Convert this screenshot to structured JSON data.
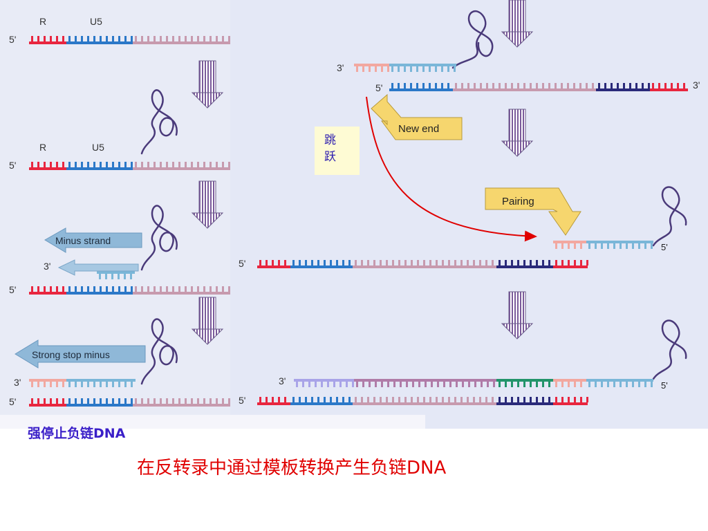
{
  "labels": {
    "r": "R",
    "u5": "U5",
    "five_prime": "5'",
    "three_prime": "3'"
  },
  "arrows": {
    "minus_strand": "Minus strand",
    "strong_stop": "Strong stop minus",
    "new_end": "New end",
    "pairing": "Pairing"
  },
  "jump_label": [
    "跳",
    "跃"
  ],
  "captions": {
    "strong_stop_dna": "强停止负链DNA",
    "main": "在反转录中通过模板转换产生负链DNA"
  },
  "colors": {
    "r_segment": "#e8263f",
    "u5_segment": "#2b78c8",
    "rna_body": "#c79aae",
    "u3_segment": "#2a2a7a",
    "minus_r": "#f2a8a0",
    "minus_u5": "#7ab6d8",
    "minus_body": "#b07ca8",
    "minus_green": "#22946a",
    "minus_violet": "#a9a4e8",
    "jump_arrow": "#e00000",
    "callout_fill": "#f6d66e",
    "flow_arrow": "#8a7aa8"
  }
}
